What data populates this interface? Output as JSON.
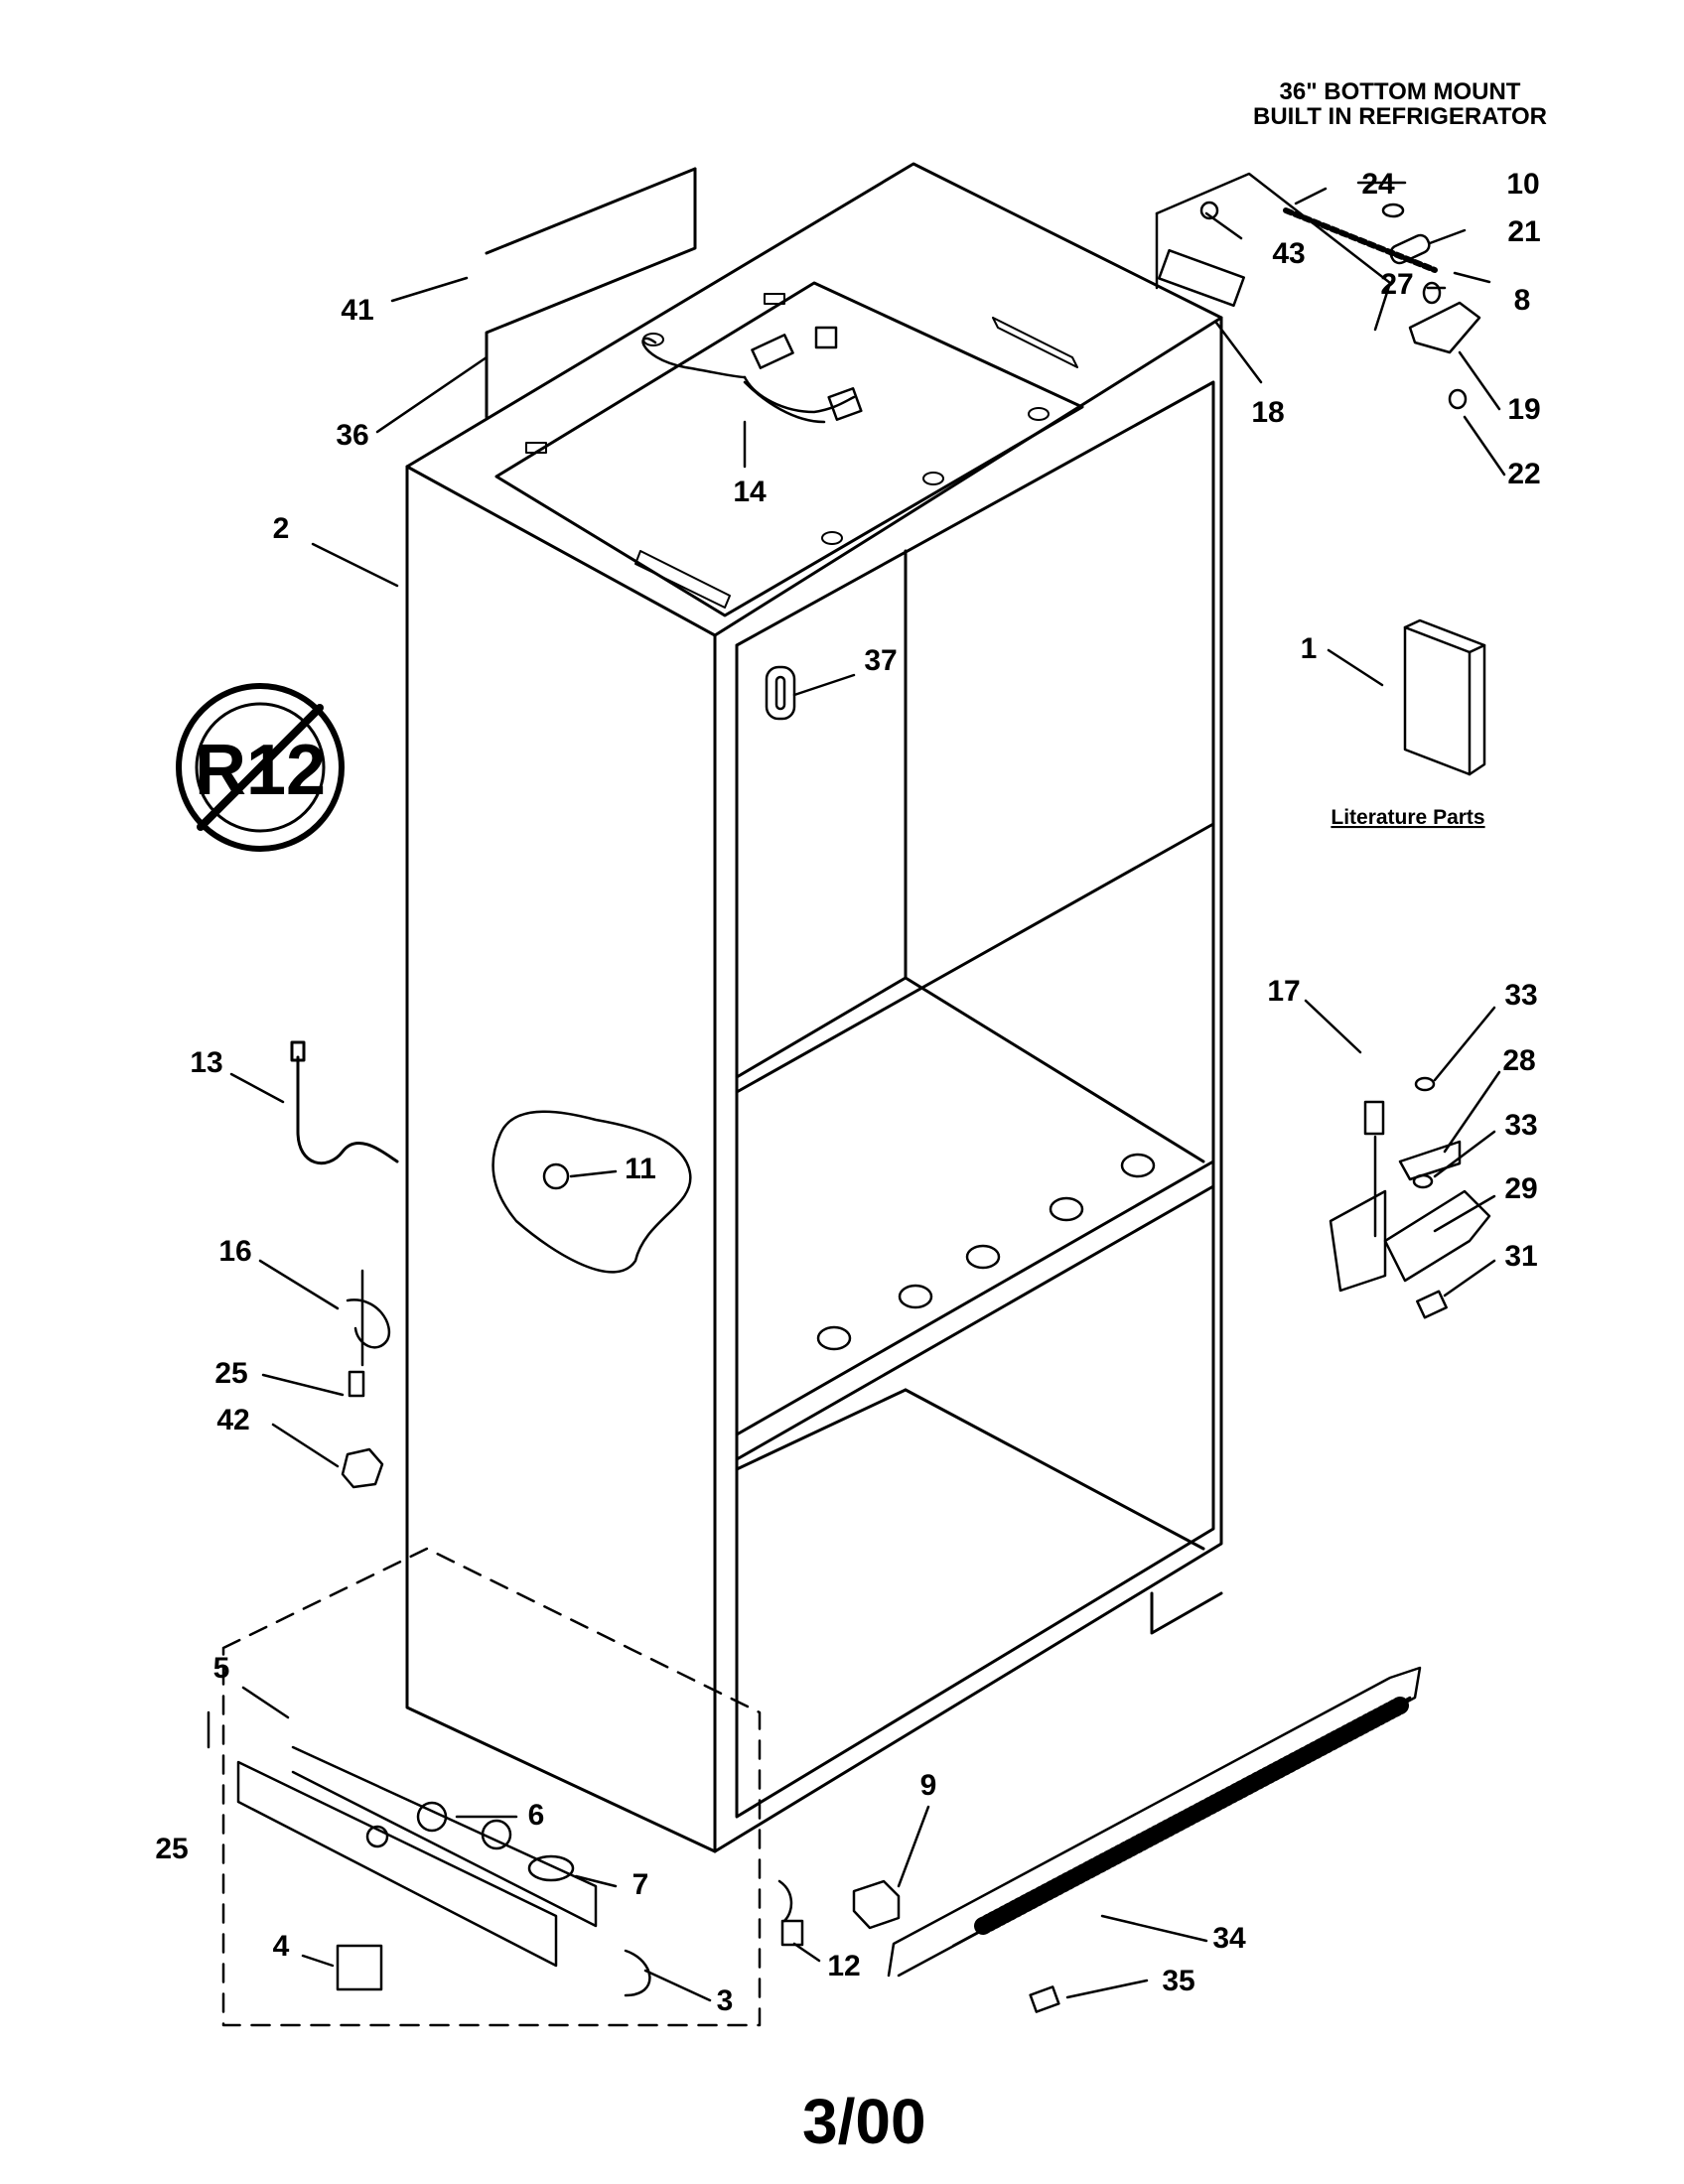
{
  "header": {
    "line1": "36\" BOTTOM MOUNT",
    "line2": "BUILT IN REFRIGERATOR"
  },
  "callouts": [
    "1",
    "2",
    "3",
    "4",
    "5",
    "6",
    "7",
    "8",
    "9",
    "10",
    "11",
    "12",
    "13",
    "14",
    "16",
    "17",
    "18",
    "19",
    "21",
    "22",
    "24",
    "25",
    "25",
    "27",
    "28",
    "29",
    "31",
    "33",
    "33",
    "34",
    "35",
    "36",
    "37",
    "41",
    "42",
    "43"
  ],
  "literature_label": "Literature Parts",
  "refrigerant_badge": "R12",
  "footer": {
    "date": "3/00"
  },
  "colors": {
    "ink": "#000000",
    "paper": "#ffffff"
  }
}
